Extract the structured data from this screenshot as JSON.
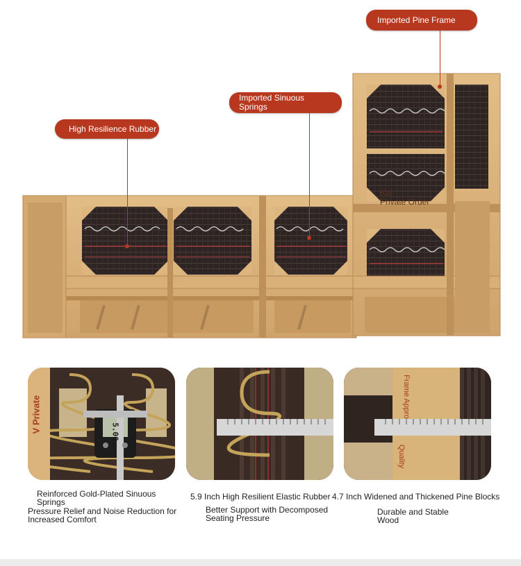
{
  "callouts": {
    "pine_frame": "Imported Pine Frame",
    "sinuous_springs": "Imported Sinuous Springs",
    "high_resilience": "High Resilience Rubber"
  },
  "overlay": {
    "line1": "Kai",
    "line2": "Private Order"
  },
  "features": [
    {
      "title": "Reinforced Gold-Plated Sinuous Springs",
      "desc": "Pressure Relief and Noise Reduction for Increased Comfort",
      "photo_text": "V Private",
      "caliper_reading": "5.00"
    },
    {
      "title": "5.9 Inch High Resilient Elastic Rubber",
      "desc": "Better Support with Decomposed Seating Pressure"
    },
    {
      "title": "4.7 Inch Widened and Thickened Pine Blocks",
      "desc": "Durable and Stable Wood",
      "photo_text": "Frame Appro",
      "photo_text2": "Quality"
    }
  ],
  "colors": {
    "accent": "#b8381f",
    "pine": "#d9b27a",
    "webbing": "#2c2222"
  }
}
